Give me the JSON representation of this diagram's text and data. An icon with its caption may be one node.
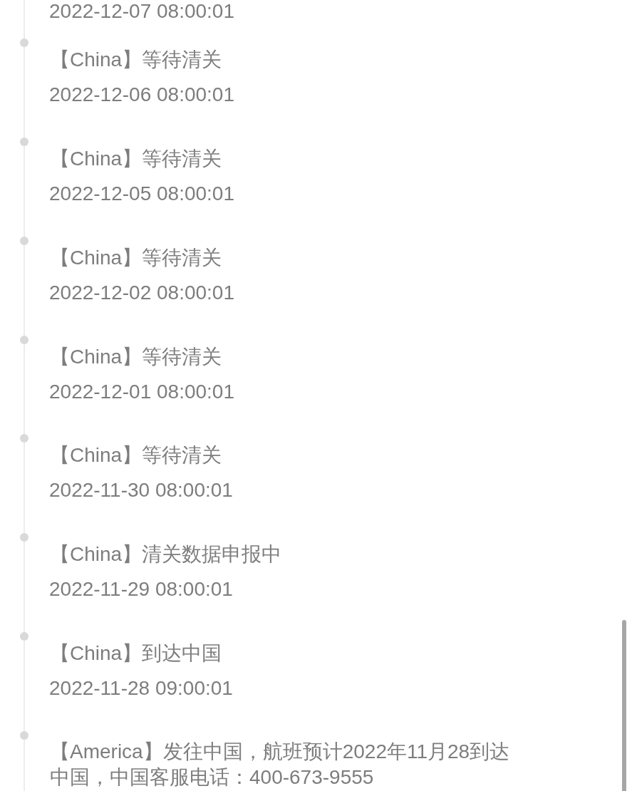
{
  "diagram": {
    "nodes": [
      {
        "text": [],
        "shape": "circle",
        "beside": [
          "【China】等待清关",
          "2022-12-06 08:00:01"
        ]
      },
      {
        "text": [],
        "shape": "circle",
        "beside": [
          "【China】等待清关",
          "2022-12-05 08:00:01"
        ]
      },
      {
        "text": [],
        "shape": "circle",
        "beside": [
          "【China】等待清关",
          "2022-12-02 08:00:01"
        ]
      },
      {
        "text": [],
        "shape": "circle",
        "beside": [
          "【China】等待清关",
          "2022-12-01 08:00:01"
        ]
      },
      {
        "text": [],
        "shape": "circle",
        "beside": [
          "【China】等待清关",
          "2022-11-30 08:00:01"
        ]
      },
      {
        "text": [],
        "shape": "circle",
        "beside": [
          "【China】清关数据申报中",
          "2022-11-29 08:00:01"
        ]
      },
      {
        "text": [],
        "shape": "circle",
        "beside": [
          "【China】到达中国",
          "2022-11-28 09:00:01"
        ]
      },
      {
        "text": [],
        "shape": "circle",
        "beside": [
          "【America】发往中国，航班预计2022年11月28到达中国，中国客服电话：400-673-9555"
        ]
      }
    ],
    "edges": [
      {
        "from": null,
        "to": 0,
        "arrow": "none"
      },
      {
        "from": 0,
        "to": 1,
        "arrow": "none"
      },
      {
        "from": 1,
        "to": 2,
        "arrow": "none"
      },
      {
        "from": 2,
        "to": 3,
        "arrow": "none"
      },
      {
        "from": 3,
        "to": 4,
        "arrow": "none"
      },
      {
        "from": 4,
        "to": 5,
        "arrow": "none"
      },
      {
        "from": 5,
        "to": 6,
        "arrow": "none"
      },
      {
        "from": 6,
        "to": 7,
        "arrow": "none"
      },
      {
        "from": 7,
        "to": null,
        "arrow": "none"
      }
    ],
    "labels": [
      "2022-12-07 08:00:01"
    ]
  }
}
